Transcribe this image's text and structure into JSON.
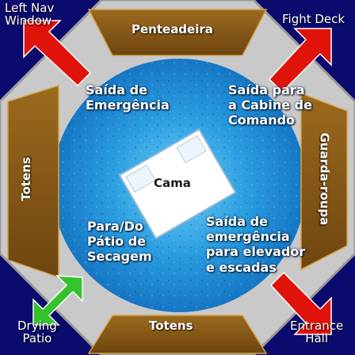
{
  "colors": {
    "background": "#0b0b6e",
    "octagon": "#c9c9c9",
    "furniture": "#8a5a14",
    "furniture_edge": "#d4a24a",
    "floor": "#1f8fd6",
    "exit_red": "#e0130b",
    "exit_green": "#35c22d"
  },
  "corners": {
    "top_left": "Left Nav\nWindow",
    "top_right": "Fight Deck",
    "bottom_left": "Drying\nPatio",
    "bottom_right": "Entrance\nHall"
  },
  "furniture": {
    "top": "Penteadeira",
    "bottom": "Totens",
    "left": "Totens",
    "right": "Guarda-roupa"
  },
  "bed": {
    "label": "Cama"
  },
  "exits": {
    "top_left": "Saída de\nEmergência",
    "top_right": "Saída para\na Cabine de\nComando",
    "bottom_left": "Para/Do\nPátio de\nSecagem",
    "bottom_right": "Saída de\nemergência\npara elevador\ne escadas"
  },
  "icons": {
    "top_left_arrow": "arrow-northwest-icon",
    "top_right_arrow": "arrow-northeast-icon",
    "bottom_left_arrow": "arrow-bidirectional-icon",
    "bottom_right_arrow": "arrow-southeast-icon"
  }
}
